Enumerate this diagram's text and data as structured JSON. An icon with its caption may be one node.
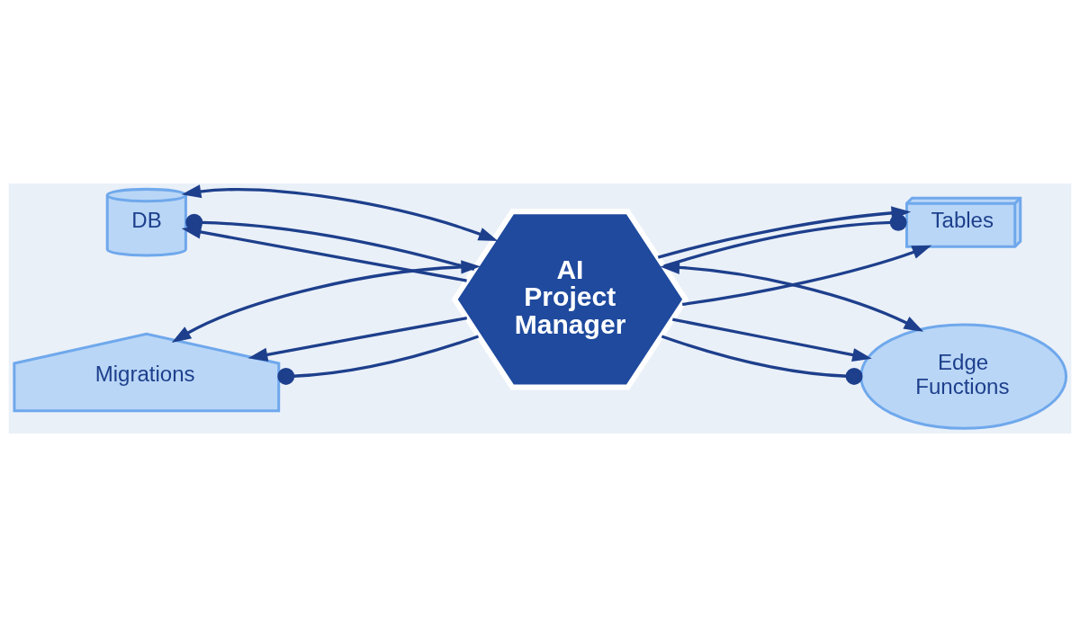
{
  "diagram": {
    "nodes": [
      {
        "text": [
          "DB"
        ]
      },
      {
        "text": [
          "Tables"
        ]
      },
      {
        "text": [
          "AI Project Manager"
        ]
      },
      {
        "text": [
          "Migrations"
        ]
      },
      {
        "text": [
          "Edge Functions"
        ]
      }
    ],
    "edges": [
      {
        "from": 2,
        "to": 0,
        "arrow": "other"
      },
      {
        "from": 2,
        "to": 0,
        "arrow": "to"
      },
      {
        "from": 2,
        "to": 0,
        "arrow": "both"
      },
      {
        "from": 2,
        "to": 1,
        "arrow": "other"
      },
      {
        "from": 2,
        "to": 1,
        "arrow": "to"
      },
      {
        "from": 2,
        "to": 1,
        "arrow": "to"
      },
      {
        "from": 2,
        "to": 3,
        "arrow": "to"
      },
      {
        "from": 2,
        "to": 3,
        "arrow": "both"
      },
      {
        "from": 2,
        "to": 3,
        "arrow": "other"
      },
      {
        "from": 2,
        "to": 4,
        "arrow": "to"
      },
      {
        "from": 2,
        "to": 4,
        "arrow": "both"
      },
      {
        "from": 2,
        "to": 4,
        "arrow": "other"
      }
    ]
  }
}
